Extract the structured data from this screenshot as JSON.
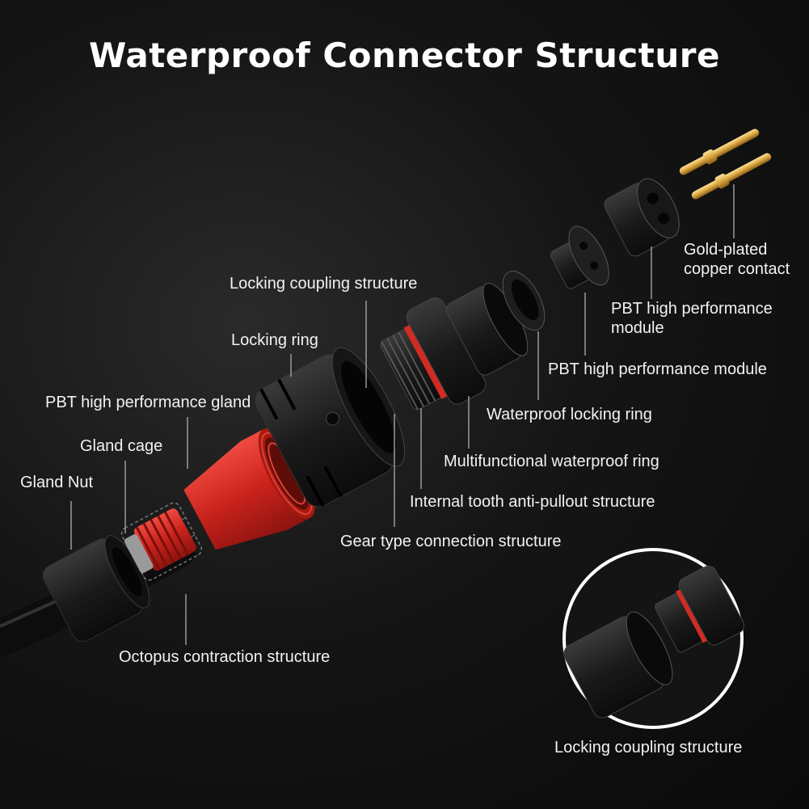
{
  "title": "Waterproof Connector Structure",
  "labels": {
    "locking_coupling_structure": "Locking coupling structure",
    "locking_ring": "Locking ring",
    "pbt_gland": "PBT high performance gland",
    "gland_cage": "Gland cage",
    "gland_nut": "Gland Nut",
    "octopus": "Octopus contraction structure",
    "gold_contact_line1": "Gold-plated",
    "gold_contact_line2": "copper contact",
    "pbt_module_small_line1": "PBT high performance",
    "pbt_module_small_line2": "module",
    "pbt_module": "PBT high performance module",
    "waterproof_locking_ring": "Waterproof locking ring",
    "multifunctional_ring": "Multifunctional waterproof ring",
    "internal_tooth": "Internal tooth anti-pullout structure",
    "gear_type": "Gear type connection structure",
    "inset_caption": "Locking coupling structure"
  },
  "colors": {
    "accent_red": "#d42a24",
    "gold": "#d9a640",
    "body_black": "#1b1b1b",
    "leader_line": "#9a9a9a"
  }
}
